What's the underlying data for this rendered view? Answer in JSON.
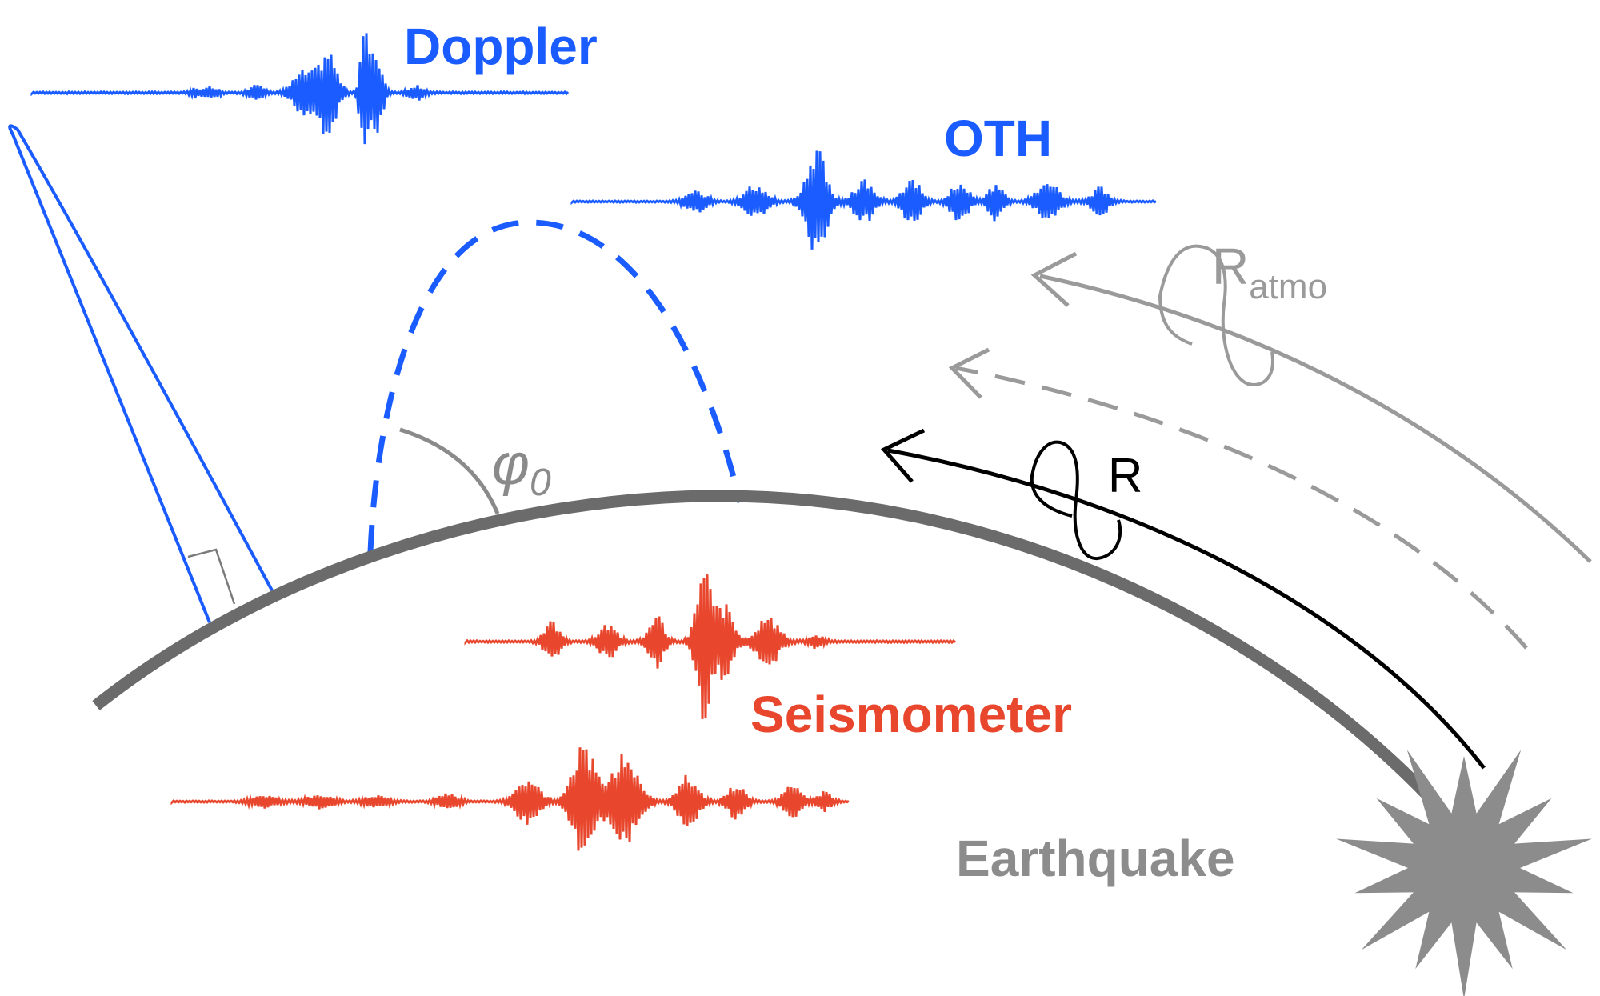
{
  "labels": {
    "doppler": "Doppler",
    "oth": "OTH",
    "seismometer": "Seismometer",
    "earthquake": "Earthquake",
    "r_atmo_main": "R",
    "r_atmo_sub": "atmo",
    "r": "R",
    "phi_symbol": "φ",
    "phi_sub": "0"
  },
  "colors": {
    "blue": "#1a5cff",
    "red": "#e8472e",
    "earth": "#6b6b6b",
    "gray_path": "#9a9a9a",
    "black": "#000000",
    "quake": "#8c8c8c"
  }
}
